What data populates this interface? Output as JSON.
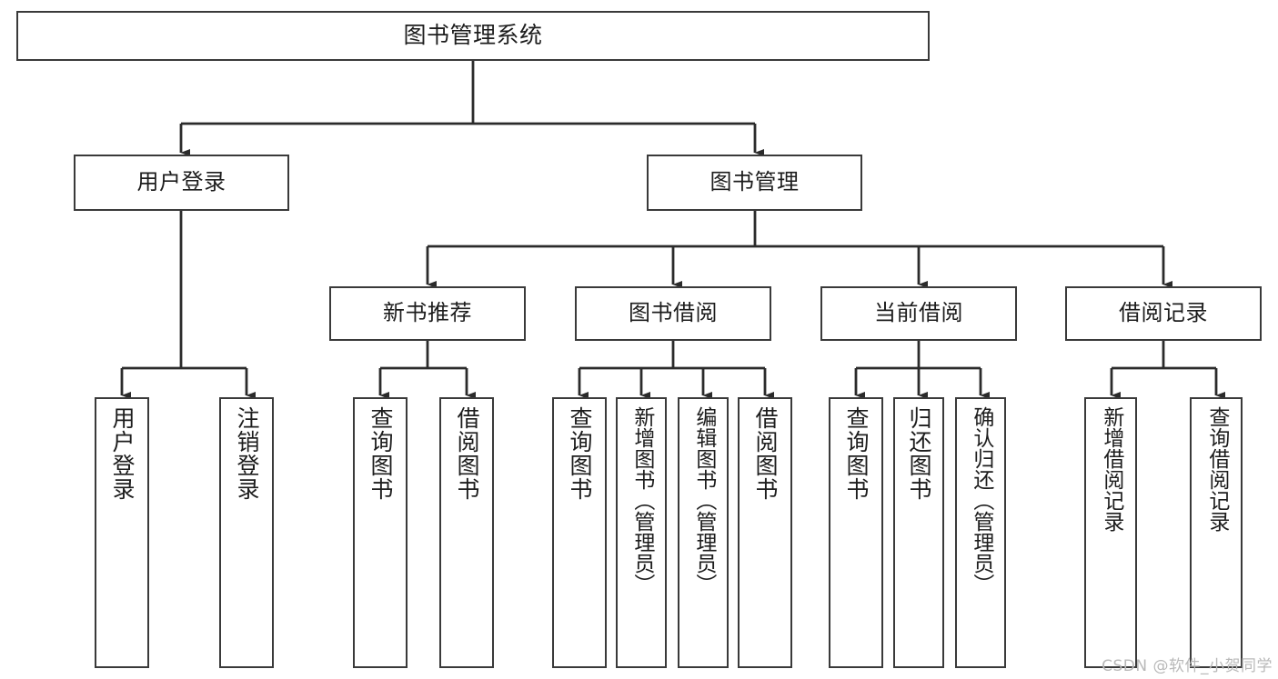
{
  "diagram": {
    "title": "图书管理系统",
    "type": "tree",
    "watermark": "CSDN @软件_小贺同学",
    "colors": {
      "node_border": "#3a3a3a",
      "node_fill": "#ffffff",
      "edge": "#2b2b2b",
      "text": "#1d1d1d",
      "watermark": "#b9b9b9",
      "background": "#ffffff"
    },
    "nodes": {
      "root": {
        "label": "图书管理系统"
      },
      "level2": [
        {
          "id": "user-login",
          "label": "用户登录"
        },
        {
          "id": "book-management",
          "label": "图书管理"
        }
      ],
      "level3": [
        {
          "id": "new-book-recommend",
          "label": "新书推荐"
        },
        {
          "id": "book-borrow",
          "label": "图书借阅"
        },
        {
          "id": "current-borrow",
          "label": "当前借阅"
        },
        {
          "id": "borrow-record",
          "label": "借阅记录"
        }
      ],
      "leaves": {
        "user_login": [
          {
            "id": "leaf-user-login",
            "label": "用户登录"
          },
          {
            "id": "leaf-logout-login",
            "label": "注销登录"
          }
        ],
        "new_book_recommend": [
          {
            "id": "leaf-query-book-1",
            "label": "查询图书"
          },
          {
            "id": "leaf-borrow-book-1",
            "label": "借阅图书"
          }
        ],
        "book_borrow": [
          {
            "id": "leaf-query-book-2",
            "label": "查询图书"
          },
          {
            "id": "leaf-add-book",
            "label": "新增图书（管理员）"
          },
          {
            "id": "leaf-edit-book",
            "label": "编辑图书（管理员）"
          },
          {
            "id": "leaf-borrow-book-2",
            "label": "借阅图书"
          }
        ],
        "current_borrow": [
          {
            "id": "leaf-query-book-3",
            "label": "查询图书"
          },
          {
            "id": "leaf-return-book",
            "label": "归还图书"
          },
          {
            "id": "leaf-confirm-return",
            "label": "确认归还（管理员）"
          }
        ],
        "borrow_record": [
          {
            "id": "leaf-add-record",
            "label": "新增借阅记录"
          },
          {
            "id": "leaf-query-record",
            "label": "查询借阅记录"
          }
        ]
      }
    },
    "edges": [
      {
        "from": "图书管理系统",
        "to": "用户登录"
      },
      {
        "from": "图书管理系统",
        "to": "图书管理"
      },
      {
        "from": "图书管理",
        "to": "新书推荐"
      },
      {
        "from": "图书管理",
        "to": "图书借阅"
      },
      {
        "from": "图书管理",
        "to": "当前借阅"
      },
      {
        "from": "图书管理",
        "to": "借阅记录"
      },
      {
        "from": "用户登录",
        "to": "用户登录"
      },
      {
        "from": "用户登录",
        "to": "注销登录"
      },
      {
        "from": "新书推荐",
        "to": "查询图书"
      },
      {
        "from": "新书推荐",
        "to": "借阅图书"
      },
      {
        "from": "图书借阅",
        "to": "查询图书"
      },
      {
        "from": "图书借阅",
        "to": "新增图书（管理员）"
      },
      {
        "from": "图书借阅",
        "to": "编辑图书（管理员）"
      },
      {
        "from": "图书借阅",
        "to": "借阅图书"
      },
      {
        "from": "当前借阅",
        "to": "查询图书"
      },
      {
        "from": "当前借阅",
        "to": "归还图书"
      },
      {
        "from": "当前借阅",
        "to": "确认归还（管理员）"
      },
      {
        "from": "借阅记录",
        "to": "新增借阅记录"
      },
      {
        "from": "借阅记录",
        "to": "查询借阅记录"
      }
    ]
  }
}
